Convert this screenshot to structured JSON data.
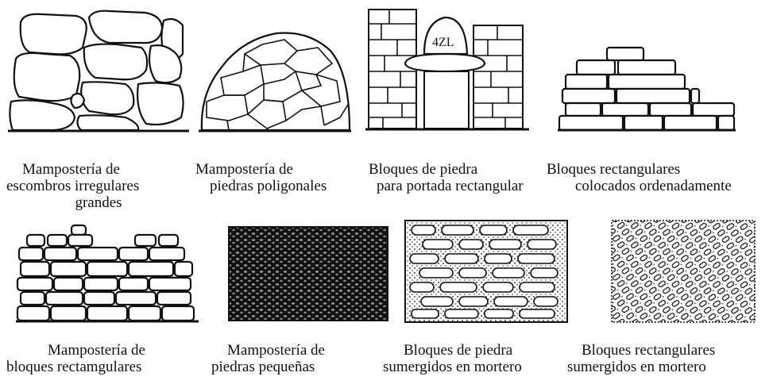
{
  "captions": {
    "rubble": [
      "Mampostería de",
      "escombros irregulares",
      "grandes"
    ],
    "polygonal": [
      "Mampostería de",
      "piedras poligonales"
    ],
    "portal": [
      "Bloques de piedra",
      "para portada rectangular"
    ],
    "ordered": [
      "Bloques rectangulares",
      "colocados ordenadamente"
    ],
    "rect_masonry": [
      "Mampostería de",
      "bloques rectamgulares"
    ],
    "small_stones": [
      "Mampostería de",
      "piedras pequeñas"
    ],
    "blocks_mortar": [
      "Bloques de piedra",
      "sumergidos en mortero"
    ],
    "rect_mortar": [
      "Bloques rectangulares",
      "sumergidos en mortero"
    ]
  },
  "portal_lintel_text": "4ZL"
}
